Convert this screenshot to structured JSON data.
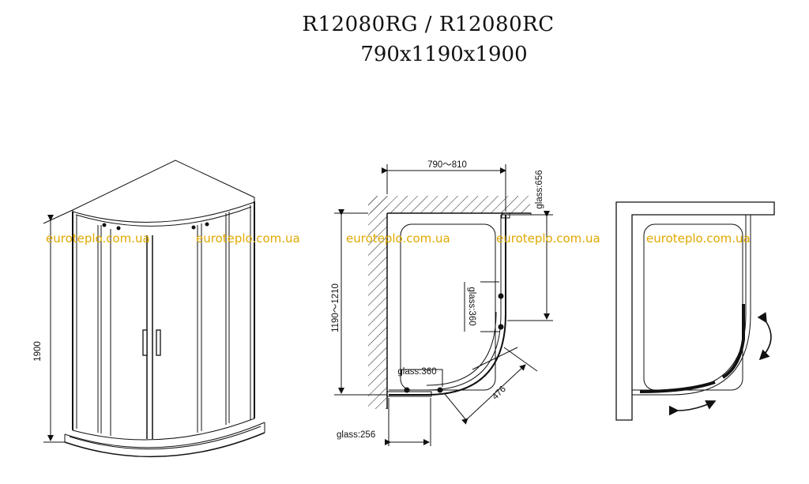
{
  "header": {
    "models": "R12080RG / R12080RC",
    "dimensions": "790x1190x1900"
  },
  "watermark": {
    "text": "euroteplo.com.ua",
    "color": "#e0a800"
  },
  "views": {
    "perspective": {
      "height_label": "1900"
    },
    "plan": {
      "width_label": "790～810",
      "depth_label": "1190～1210",
      "glass_side_label": "glass:656",
      "glass_door_vertical": "glass:360",
      "glass_door_horizontal": "glass:360",
      "glass_front_label": "glass:256",
      "radius_label": "476"
    }
  }
}
